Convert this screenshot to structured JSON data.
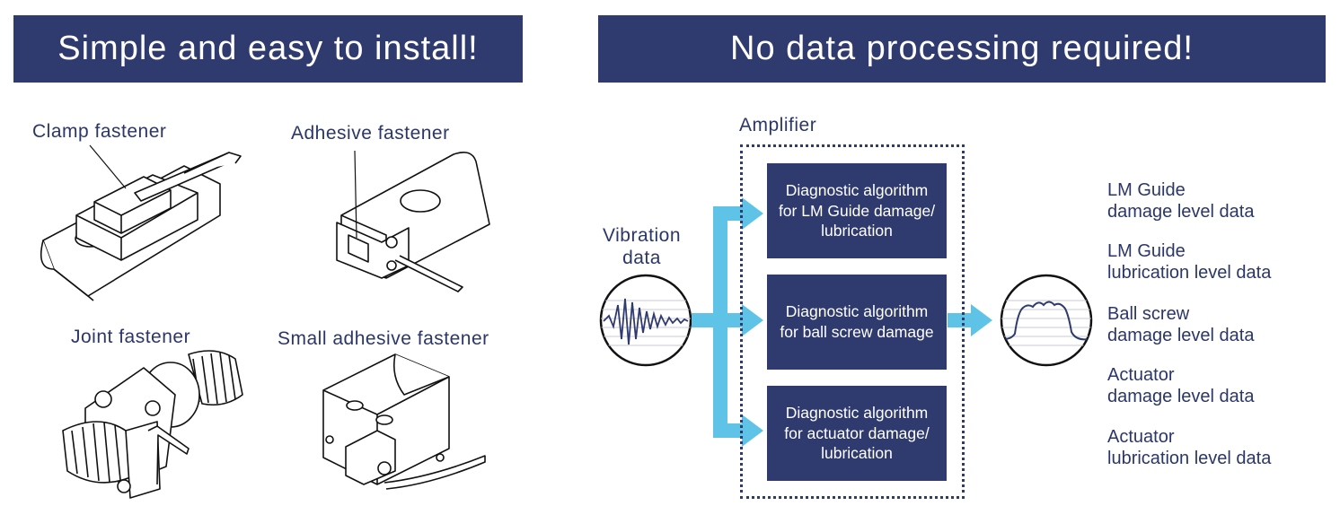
{
  "left_panel": {
    "title": "Simple and easy to install!",
    "fasteners": [
      {
        "label": "Clamp fastener"
      },
      {
        "label": "Adhesive fastener"
      },
      {
        "label": "Joint fastener"
      },
      {
        "label": "Small adhesive fastener"
      }
    ]
  },
  "right_panel": {
    "title": "No data processing required!",
    "input_label": [
      "Vibration",
      "data"
    ],
    "amplifier_label": "Amplifier",
    "algorithms": [
      {
        "lines": [
          "Diagnostic algorithm",
          "for LM Guide damage/",
          "lubrication"
        ]
      },
      {
        "lines": [
          "Diagnostic algorithm",
          "for ball screw damage"
        ]
      },
      {
        "lines": [
          "Diagnostic algorithm",
          "for actuator damage/",
          "lubrication"
        ]
      }
    ],
    "outputs": [
      {
        "lines": [
          "LM Guide",
          "damage level data"
        ]
      },
      {
        "lines": [
          "LM Guide",
          "lubrication level data"
        ]
      },
      {
        "lines": [
          "Ball screw",
          "damage level data"
        ]
      },
      {
        "lines": [
          "Actuator",
          "damage level data"
        ]
      },
      {
        "lines": [
          "Actuator",
          "lubrication level data"
        ]
      }
    ]
  },
  "colors": {
    "navy": "#2f3a6f",
    "arrow": "#5ec3e6",
    "text": "#2b3669"
  }
}
